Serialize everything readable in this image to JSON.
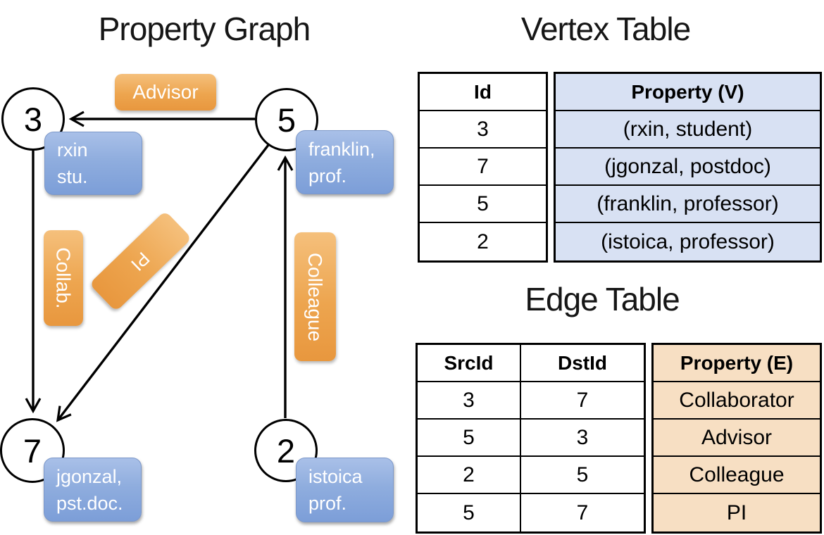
{
  "graph": {
    "title": "Property Graph",
    "nodes": [
      {
        "id": "3",
        "prop1": "rxin",
        "prop2": "stu."
      },
      {
        "id": "5",
        "prop1": "franklin,",
        "prop2": "prof."
      },
      {
        "id": "7",
        "prop1": "jgonzal,",
        "prop2": "pst.doc."
      },
      {
        "id": "2",
        "prop1": "istoica",
        "prop2": "prof."
      }
    ],
    "edge_labels": {
      "advisor": "Advisor",
      "collab": "Collab.",
      "pi": "PI",
      "colleague": "Colleague"
    }
  },
  "vertex_table": {
    "title": "Vertex Table",
    "columns": [
      "Id",
      "Property (V)"
    ],
    "rows": [
      {
        "id": "3",
        "property": "(rxin, student)"
      },
      {
        "id": "7",
        "property": "(jgonzal, postdoc)"
      },
      {
        "id": "5",
        "property": "(franklin, professor)"
      },
      {
        "id": "2",
        "property": "(istoica, professor)"
      }
    ]
  },
  "edge_table": {
    "title": "Edge Table",
    "columns": [
      "SrcId",
      "DstId",
      "Property (E)"
    ],
    "rows": [
      {
        "src": "3",
        "dst": "7",
        "property": "Collaborator"
      },
      {
        "src": "5",
        "dst": "3",
        "property": "Advisor"
      },
      {
        "src": "2",
        "dst": "5",
        "property": "Colleague"
      },
      {
        "src": "5",
        "dst": "7",
        "property": "PI"
      }
    ]
  },
  "colors": {
    "edge_label_orange": "#eda54f",
    "vertex_prop_blue": "#8fadde",
    "vertex_cell_fill": "#d8e1f3",
    "edge_cell_fill": "#f7dfc3"
  }
}
